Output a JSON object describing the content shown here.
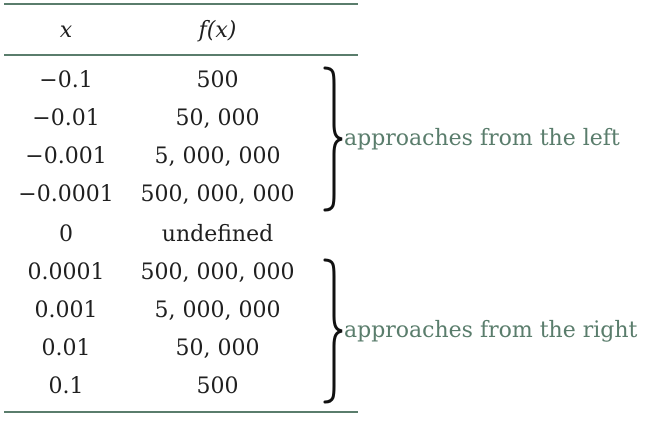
{
  "table": {
    "headers": [
      "x",
      "f(x)"
    ],
    "rows": [
      {
        "x": "−0.1",
        "fx": "500"
      },
      {
        "x": "−0.01",
        "fx": "50, 000"
      },
      {
        "x": "−0.001",
        "fx": "5, 000, 000"
      },
      {
        "x": "−0.0001",
        "fx": "500, 000, 000"
      },
      {
        "x": "0",
        "fx": "undefined"
      },
      {
        "x": "0.0001",
        "fx": "500, 000, 000"
      },
      {
        "x": "0.001",
        "fx": "5, 000, 000"
      },
      {
        "x": "0.01",
        "fx": "50, 000"
      },
      {
        "x": "0.1",
        "fx": "500"
      }
    ]
  },
  "annotations": {
    "left": "approaches from the left",
    "right": "approaches from the right"
  },
  "colors": {
    "rule": "#5a7d6c",
    "annotation": "#5a7d6c",
    "text": "#1f1f1f"
  }
}
